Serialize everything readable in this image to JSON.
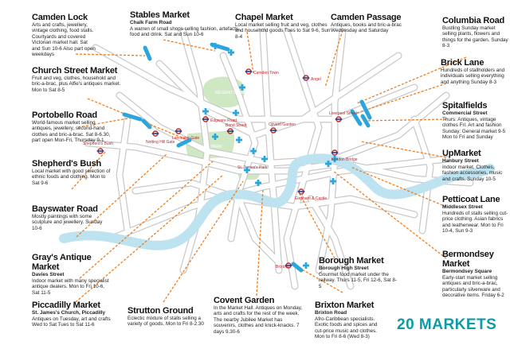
{
  "headline": "20 MARKETS",
  "colors": {
    "river": "#bde3f0",
    "park": "#cfe8c4",
    "street": "#ffffff",
    "street_casing": "#c9c9c9",
    "leader": "#f07d1a",
    "marker": "#2aa6dc",
    "tube": "#c0272d",
    "title": "#0e9aa7"
  },
  "icons": [
    "underground-roundel-icon",
    "market-marker-icon"
  ],
  "parks": [
    "REGENTS PARK",
    "HYDE PARK",
    "St. James's Park"
  ],
  "stations": [
    "Camden Town",
    "Edgware Road",
    "Lancaster Gate",
    "Notting Hill Gate",
    "Shepherd's Bush",
    "Bond Street",
    "Covent Garden",
    "Liverpool Street",
    "Angel",
    "London Bridge",
    "Elephant & Castle",
    "Brixton"
  ],
  "markets": [
    {
      "name": "Camden Lock",
      "street": "",
      "desc": "Arts and crafts, jewellery, vintage clothing, food stalls. Courtyards and covered Victorian market hall. Sat and Sun 10-6 Also part open weekdays"
    },
    {
      "name": "Stables Market",
      "street": "Chalk Farm Road",
      "desc": "A warren of small shops selling fashion, artefacts, food and drink. Sat and Sun 10-6"
    },
    {
      "name": "Chapel Market",
      "street": "",
      "desc": "Local market selling fruit and veg, clothes and household goods Tues to Sat 9-6, Sun 8-4"
    },
    {
      "name": "Camden Passage",
      "street": "",
      "desc": "Antiques, books and bric-a-brac Wednesday and Saturday"
    },
    {
      "name": "Columbia Road",
      "street": "",
      "desc": "Bustling Sunday market selling plants, flowers and things for the garden. Sunday 8-3"
    },
    {
      "name": "Church Street Market",
      "street": "",
      "desc": "Fruit and veg, clothes, household and bric-a-brac, plus Alfie's antiques market. Mon to Sat 8-5"
    },
    {
      "name": "Brick Lane",
      "street": "",
      "desc": "Hundreds of stallholders and individuals selling everything and anything Sunday 8-3"
    },
    {
      "name": "Portobello Road",
      "street": "",
      "desc": "World-famous market selling antiques, jewellery, second-hand clothes and bric-a-brac. Sat 8-6.30, part open Mon-Fri, Thursday 9-1"
    },
    {
      "name": "Spitalfields",
      "street": "Commercial Street",
      "desc": "Thurs: Antiques, vintage clothes Fri: Art and fashion Sunday: General market 9-5 Mon to Fri and Sunday"
    },
    {
      "name": "Shepherd's Bush",
      "street": "",
      "desc": "Local market with good selection of ethnic foods and clothing. Mon to Sat 9-6"
    },
    {
      "name": "UpMarket",
      "street": "Hanbury Street",
      "desc": "Indoor market. Clothes, fashion accessories, music and crafts. Sunday 10-5"
    },
    {
      "name": "Bayswater Road",
      "street": "",
      "desc": "Mostly paintings with some sculpture and jewellery. Sunday 10-6"
    },
    {
      "name": "Petticoat Lane",
      "street": "Middlesex Street",
      "desc": "Hundreds of stalls selling cut-price clothing. Asian fabrics and leatherwear. Mon to Fri 10-4, Sun 9-3"
    },
    {
      "name": "Gray's Antique Market",
      "street": "Davies Street",
      "desc": "Indoor market with many specialist antique dealers. Mon to Fri 10-6, Sat 11-5"
    },
    {
      "name": "Bermondsey Market",
      "street": "Bermondsey Square",
      "desc": "Early-start market selling antiques and bric-a-brac, particularly silverware and decorative items. Friday 6-2"
    },
    {
      "name": "Borough Market",
      "street": "Borough High Street",
      "desc": "Gourmet food market under the railway. Thurs 11-5, Fri 12-6, Sat 8-5"
    },
    {
      "name": "Piccadilly Market",
      "street": "St. James's Church, Piccadilly",
      "desc": "Antiques on Tuesday, art and crafts Wed to Sat Tues to Sat 11-6"
    },
    {
      "name": "Strutton Ground",
      "street": "",
      "desc": "Eclectic mixture of stalls selling a variety of goods. Mon to Fri 8-2.30"
    },
    {
      "name": "Covent Garden",
      "street": "",
      "desc": "In the Market Hall. Antiques on Monday, arts and crafts for the rest of the week. The nearby Jubilee Market has souvenirs, clothes and knick-knacks. 7 days 9.30-6"
    },
    {
      "name": "Brixton Market",
      "street": "Brixton Road",
      "desc": "Afro-Caribbean specialists. Exotic foods and spices and cut-price music and clothes. Mon to Fri 8-6 (Wed 8-3)"
    }
  ]
}
